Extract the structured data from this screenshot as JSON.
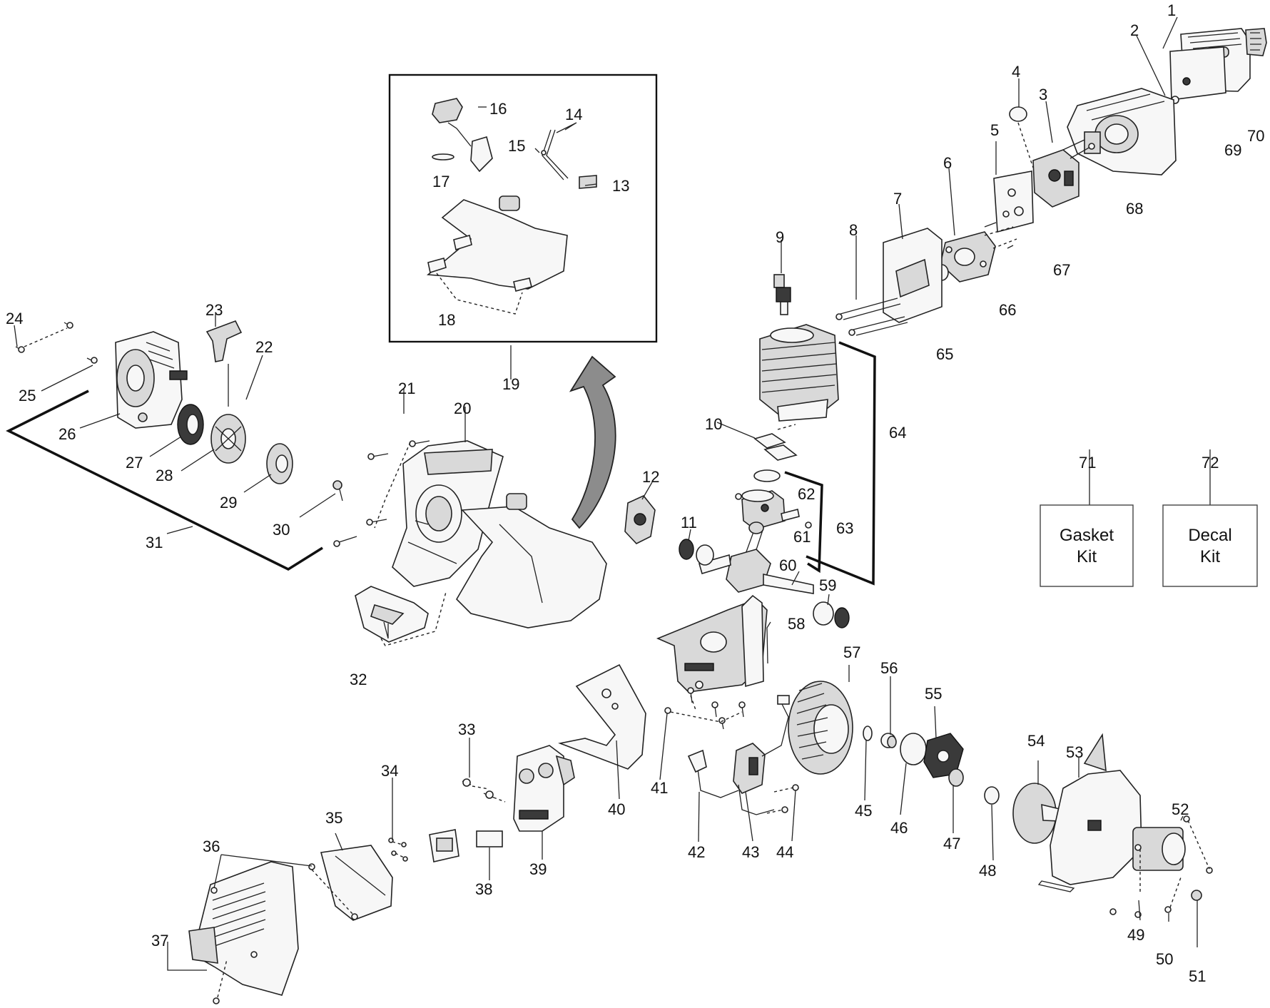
{
  "diagram": {
    "part_numbers": [
      "1",
      "2",
      "3",
      "4",
      "5",
      "6",
      "7",
      "8",
      "9",
      "10",
      "11",
      "12",
      "13",
      "14",
      "15",
      "16",
      "17",
      "18",
      "19",
      "20",
      "21",
      "22",
      "23",
      "24",
      "25",
      "26",
      "27",
      "28",
      "29",
      "30",
      "31",
      "32",
      "33",
      "34",
      "35",
      "36",
      "37",
      "38",
      "39",
      "40",
      "41",
      "42",
      "43",
      "44",
      "45",
      "46",
      "47",
      "48",
      "49",
      "50",
      "51",
      "52",
      "53",
      "54",
      "55",
      "56",
      "57",
      "58",
      "59",
      "60",
      "61",
      "62",
      "63",
      "64",
      "65",
      "66",
      "67",
      "68",
      "69",
      "70",
      "71",
      "72"
    ],
    "kits": [
      {
        "number": "71",
        "line1": "Gasket",
        "line2": "Kit"
      },
      {
        "number": "72",
        "line1": "Decal",
        "line2": "Kit"
      }
    ]
  }
}
